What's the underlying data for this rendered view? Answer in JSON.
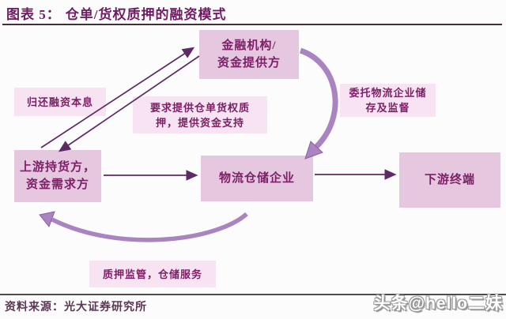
{
  "header": {
    "prefix": "图表 5：",
    "title": "仓单/货权质押的融资模式"
  },
  "diagram": {
    "nodes": {
      "financial_institution": {
        "line1": "金融机构/",
        "line2": "资金提供方"
      },
      "upstream_holder": {
        "line1": "上游持货方，",
        "line2": "资金需求方"
      },
      "logistics_warehouse": {
        "label": "物流仓储企业"
      },
      "downstream_terminal": {
        "label": "下游终端"
      }
    },
    "flow_labels": {
      "repay": "归还融资本息",
      "pledge_line1": "要求提供仓单货权质",
      "pledge_line2": "押，提供资金支持",
      "entrust_line1": "委托物流企业储",
      "entrust_line2": "存及监督",
      "supervision": "质押监管，仓储服务"
    },
    "arrows": [
      {
        "name": "repay-arrow",
        "from": "上游持货方，资金需求方",
        "to": "金融机构/资金提供方",
        "style": "thin"
      },
      {
        "name": "pledge-arrow",
        "from": "金融机构/资金提供方",
        "to": "上游持货方，资金需求方",
        "style": "thin"
      },
      {
        "name": "upstream-to-logistics-arrow",
        "from": "上游持货方，资金需求方",
        "to": "物流仓储企业",
        "style": "thin"
      },
      {
        "name": "logistics-to-downstream-arrow",
        "from": "物流仓储企业",
        "to": "下游终端",
        "style": "thin"
      },
      {
        "name": "entrust-curved-arrow",
        "from": "金融机构/资金提供方",
        "to": "物流仓储企业",
        "style": "thick"
      },
      {
        "name": "service-curved-arrow",
        "from": "物流仓储企业",
        "to": "上游持货方，资金需求方",
        "style": "thick"
      }
    ]
  },
  "footer": {
    "source": "资料来源：光大证券研究所"
  },
  "watermark": "头条@hello二妹",
  "colors": {
    "title_text": "#6f1c64",
    "title_rule": "#413038",
    "node_fill": "#e5c7e0",
    "label_fill": "#f7e3f1",
    "box_text": "#7c2166",
    "thin_arrow": "#5d2a66",
    "thick_arrow": "#aa84c0",
    "footer_text": "#5a3653",
    "footer_rule": "#4c4c4c",
    "watermark_text": "#ffffff"
  }
}
